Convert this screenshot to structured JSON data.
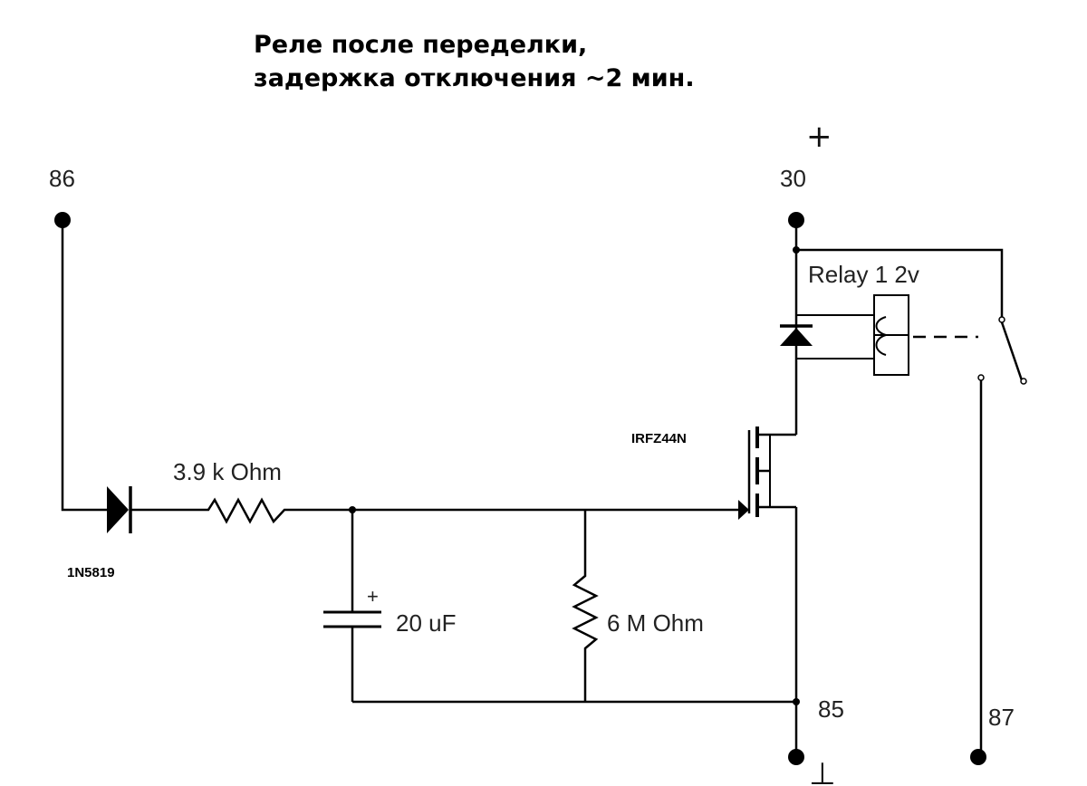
{
  "title": {
    "line1": "Реле после переделки,",
    "line2": "задержка отключения   ~2 мин."
  },
  "terminals": {
    "t86": "86",
    "t30": "30",
    "t85": "85",
    "t87": "87",
    "plus": "+",
    "ground": "⊥"
  },
  "components": {
    "diode": "1N5819",
    "resistor_series": "3.9 k Ohm",
    "capacitor": "20 uF",
    "capacitor_polarity": "+",
    "resistor_bleed": "6 M Ohm",
    "mosfet": "IRFZ44N",
    "relay": "Relay 1 2v"
  }
}
